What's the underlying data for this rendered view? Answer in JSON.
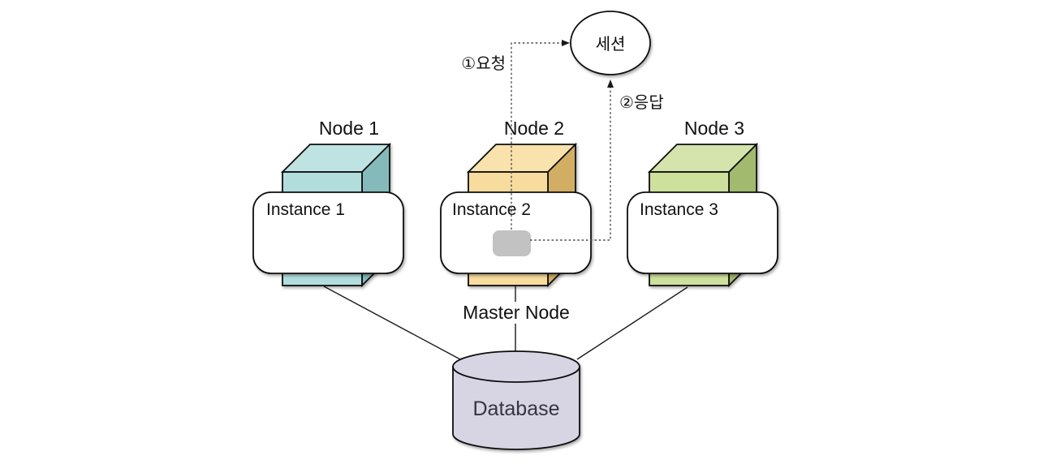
{
  "diagram": {
    "session": {
      "label": "세션"
    },
    "flows": {
      "request_label": "①요청",
      "response_label": "②응답"
    },
    "nodes": [
      {
        "label": "Node 1",
        "instance_label": "Instance 1"
      },
      {
        "label": "Node 2",
        "instance_label": "Instance 2"
      },
      {
        "label": "Node 3",
        "instance_label": "Instance 3"
      }
    ],
    "master": {
      "label": "Master Node"
    },
    "database": {
      "label": "Database"
    },
    "colors": {
      "node1_top": "#bfe3e3",
      "node1_front": "#b2dddd",
      "node1_side": "#85baba",
      "node2_top": "#f9e2ab",
      "node2_front": "#f7dc9e",
      "node2_side": "#d2ae65",
      "node3_top": "#d4e4ac",
      "node3_front": "#cde09c",
      "node3_side": "#a2ba6d",
      "instance_fill": "#ffffff",
      "session_fill": "#ffffff",
      "session_box_fill": "#c2c2c2",
      "db_fill": "#d7d4e4",
      "master_text": "#f10000"
    }
  }
}
